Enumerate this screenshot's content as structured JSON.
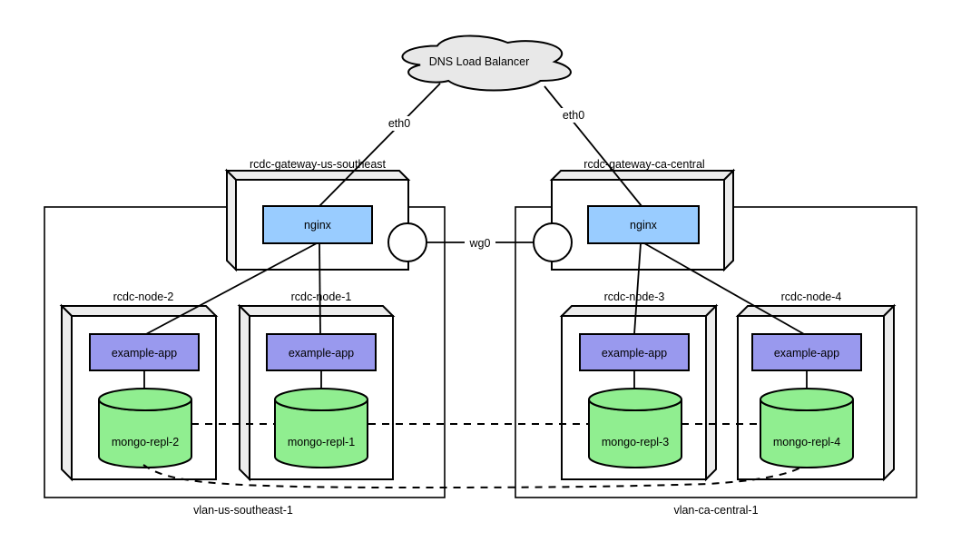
{
  "diagram": {
    "cloud": {
      "label": "DNS Load Balancer"
    },
    "interfaces": {
      "eth0_left": "eth0",
      "eth0_right": "eth0",
      "wg0": "wg0"
    },
    "gateways": [
      {
        "name": "rcdc-gateway-us-southeast",
        "service": "nginx"
      },
      {
        "name": "rcdc-gateway-ca-central",
        "service": "nginx"
      }
    ],
    "vlans": [
      {
        "name": "vlan-us-southeast-1",
        "nodes": [
          {
            "name": "rcdc-node-2",
            "app": "example-app",
            "db": "mongo-repl-2"
          },
          {
            "name": "rcdc-node-1",
            "app": "example-app",
            "db": "mongo-repl-1"
          }
        ]
      },
      {
        "name": "vlan-ca-central-1",
        "nodes": [
          {
            "name": "rcdc-node-3",
            "app": "example-app",
            "db": "mongo-repl-3"
          },
          {
            "name": "rcdc-node-4",
            "app": "example-app",
            "db": "mongo-repl-4"
          }
        ]
      }
    ],
    "colors": {
      "nginx_fill": "#99CCFF",
      "app_fill": "#9999EE",
      "db_fill": "#90EE90",
      "cloud_fill": "#E8E8E8",
      "cube_face_fill": "#ECECEC",
      "stroke": "#000000"
    }
  }
}
